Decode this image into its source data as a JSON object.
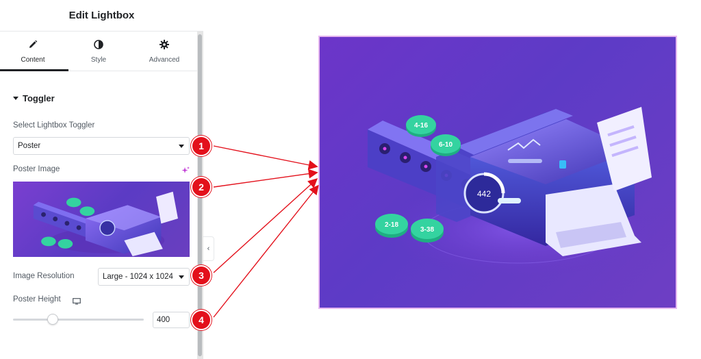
{
  "panel": {
    "title": "Edit Lightbox",
    "tabs": [
      {
        "label": "Content",
        "icon": "pencil-icon",
        "active": true
      },
      {
        "label": "Style",
        "icon": "half-circle-icon",
        "active": false
      },
      {
        "label": "Advanced",
        "icon": "gear-icon",
        "active": false
      }
    ]
  },
  "section": {
    "title": "Toggler"
  },
  "controls": {
    "toggler_label": "Select Lightbox Toggler",
    "toggler_value": "Poster",
    "poster_label": "Poster Image",
    "resolution_label": "Image Resolution",
    "resolution_value": "Large - 1024 x 1024",
    "height_label": "Poster Height",
    "height_value": "400"
  },
  "badges": [
    "1",
    "2",
    "3",
    "4"
  ],
  "illustration": {
    "chip_1": "4-16",
    "chip_2": "6-10",
    "chip_3": "2-18",
    "chip_4": "3-38",
    "dial": "442"
  },
  "colors": {
    "accent": "#1f2124",
    "badge": "#e3101b",
    "arrow": "#e3101b",
    "poster_bg": "#6c35c9",
    "chip": "#34d3a0"
  }
}
